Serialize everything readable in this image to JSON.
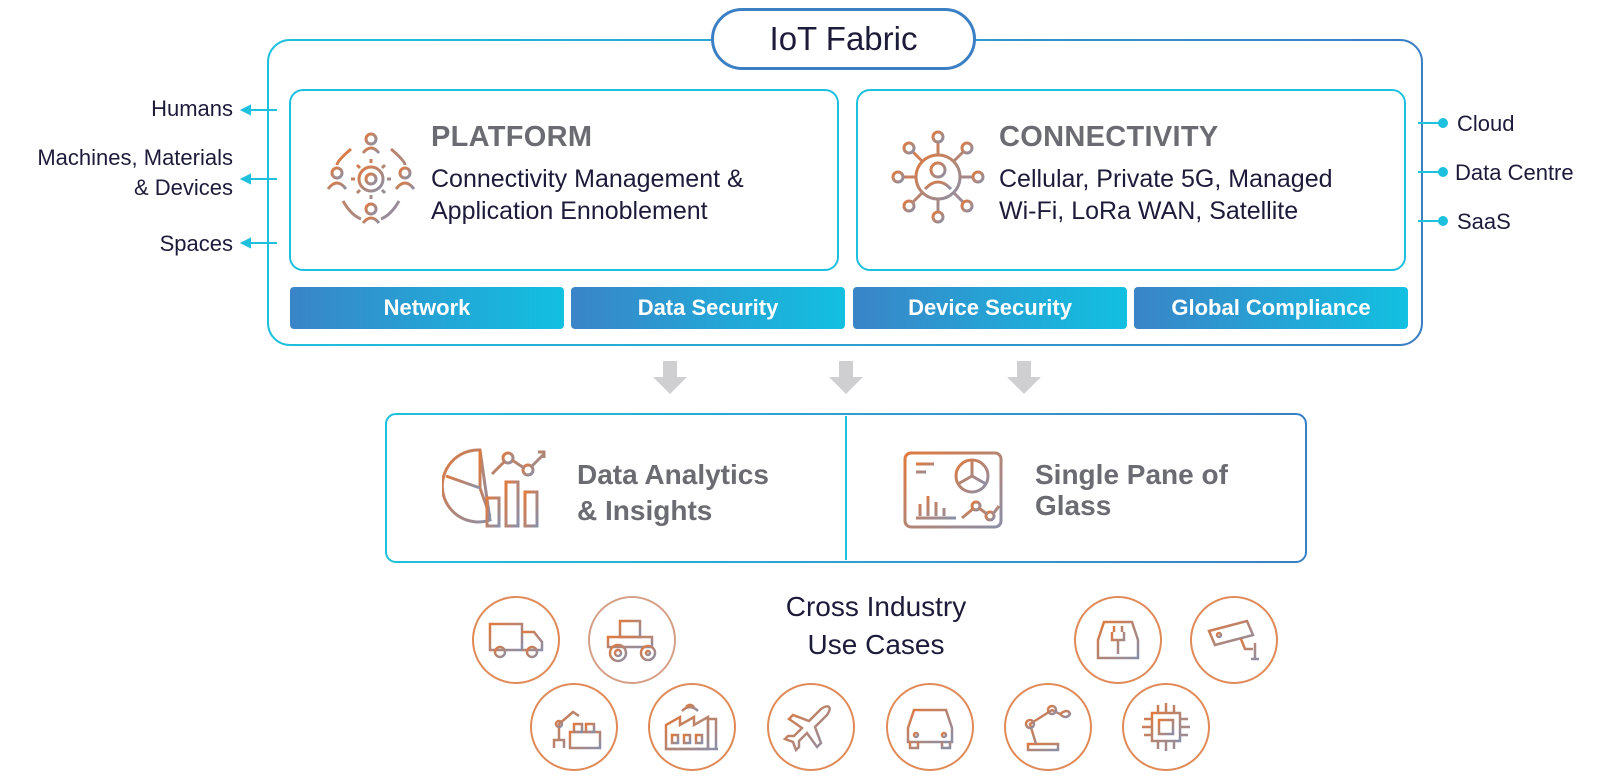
{
  "fabric": {
    "title": "IoT Fabric"
  },
  "left_labels": [
    "Humans",
    "Machines, Materials\n& Devices",
    "Spaces"
  ],
  "right_labels": [
    "Cloud",
    "Data Centre",
    "SaaS"
  ],
  "platform": {
    "title": "PLATFORM",
    "text_line1": "Connectivity Management &",
    "text_line2": "Application Ennoblement",
    "icon": "people-gear-icon"
  },
  "connectivity": {
    "title": "CONNECTIVITY",
    "text_line1": "Cellular, Private 5G, Managed",
    "text_line2": "Wi-Fi, LoRa WAN, Satellite",
    "icon": "network-person-icon"
  },
  "pills": [
    "Network",
    "Data Security",
    "Device Security",
    "Global Compliance"
  ],
  "analytics": {
    "title_line1": "Data Analytics",
    "title_line2": "& Insights",
    "icon": "analytics-chart-icon"
  },
  "pane": {
    "title_line1": "Single Pane of",
    "title_line2": "Glass",
    "icon": "dashboard-icon"
  },
  "cross": {
    "title_line1": "Cross Industry",
    "title_line2": "Use Cases"
  },
  "use_case_icons": [
    "truck-icon",
    "tractor-icon",
    "ev-charging-icon",
    "cctv-camera-icon",
    "factory-robot-icon",
    "smart-factory-icon",
    "airplane-icon",
    "car-icon",
    "robot-arm-icon",
    "chip-icon"
  ],
  "colors": {
    "cyan": "#1ec1dd",
    "blue": "#3b7fc4",
    "orange": "#e07a3e",
    "gray_arrow": "#cfcfd1",
    "navy": "#1c1b3a"
  }
}
